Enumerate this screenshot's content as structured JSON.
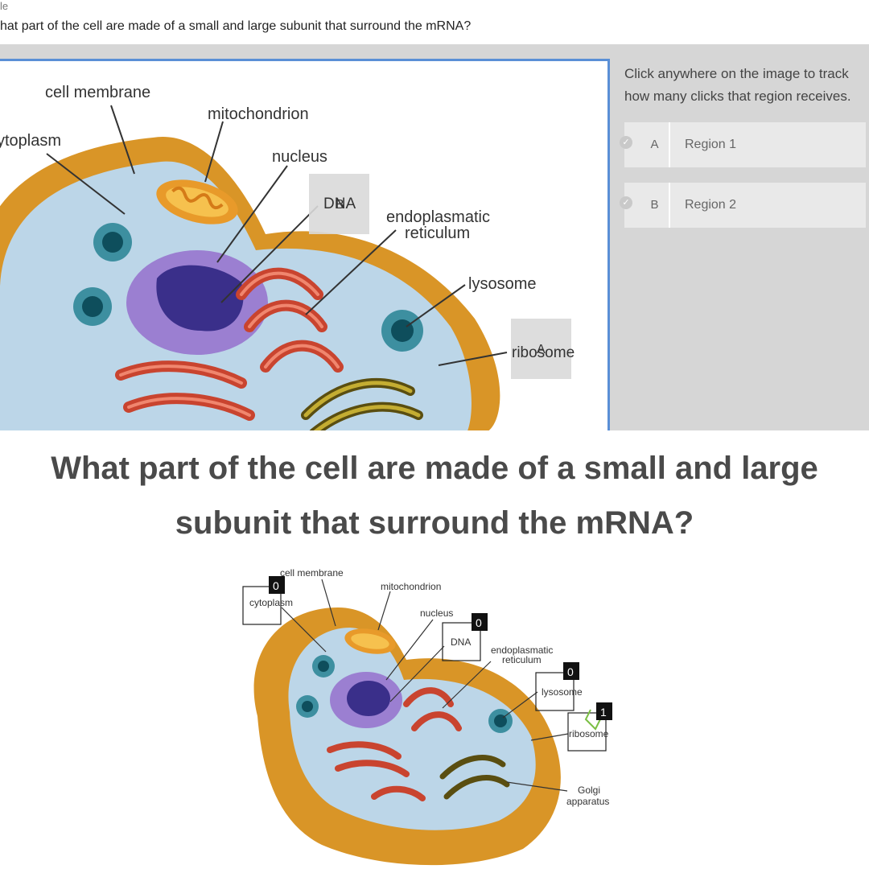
{
  "header": {
    "top_label": "le",
    "question": "hat part of the cell are made of a small and large subunit that surround the mRNA?"
  },
  "tool": {
    "instructions": "Click anywhere on the image to track how many clicks that region receives.",
    "regions": [
      {
        "letter": "A",
        "label": "Region 1"
      },
      {
        "letter": "B",
        "label": "Region 2"
      }
    ],
    "markers": {
      "dna_marker": "B",
      "ribosome_marker": "A"
    },
    "labels": {
      "cell_membrane": "cell membrane",
      "mitochondrion": "mitochondrion",
      "cytoplasm": "ytoplasm",
      "nucleus": "nucleus",
      "dna": "DNA",
      "er_line1": "endoplasmatic",
      "er_line2": "reticulum",
      "lysosome": "lysosome",
      "ribosome": "ribosome"
    }
  },
  "main_question": {
    "line1": "What part of the cell are made of a small and large",
    "line2": "subunit that surround the mRNA?"
  },
  "results": {
    "labels": {
      "cell_membrane": "cell membrane",
      "cytoplasm": "cytoplasm",
      "mitochondrion": "mitochondrion",
      "nucleus": "nucleus",
      "dna": "DNA",
      "er_line1": "endoplasmatic",
      "er_line2": "reticulum",
      "lysosome": "lysosome",
      "ribosome": "ribosome",
      "golgi_line1": "Golgi",
      "golgi_line2": "apparatus"
    },
    "counts": {
      "cytoplasm": "0",
      "dna": "0",
      "lysosome": "0",
      "ribosome": "1"
    }
  },
  "colors": {
    "accent_border": "#5a8fd6",
    "membrane_orange": "#d99527",
    "cytoplasm_blue": "#bcd6e8",
    "nucleus_purple": "#9b7fd1",
    "er_red": "#d5553c",
    "golgi_olive": "#8a7a22"
  }
}
